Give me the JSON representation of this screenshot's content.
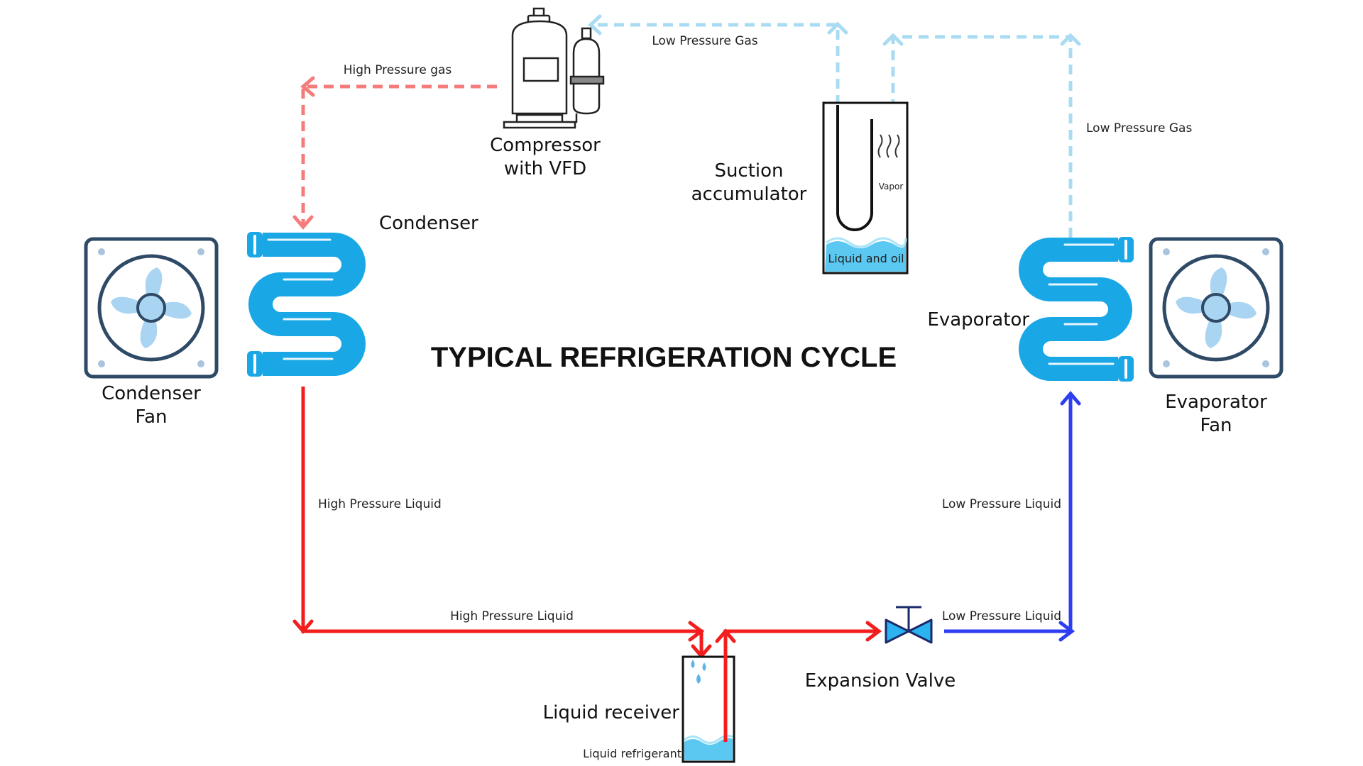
{
  "title": "TYPICAL REFRIGERATION CYCLE",
  "components": {
    "compressor": [
      "Compressor",
      "with VFD"
    ],
    "condenser": "Condenser",
    "condenser_fan": [
      "Condenser",
      "Fan"
    ],
    "suction_accumulator": [
      "Suction",
      "accumulator"
    ],
    "evaporator": "Evaporator",
    "evaporator_fan": [
      "Evaporator",
      "Fan"
    ],
    "liquid_receiver": "Liquid receiver",
    "expansion_valve": "Expansion Valve"
  },
  "inner_labels": {
    "vapor": "Vapor",
    "liquid_and_oil": "Liquid and oil",
    "liquid_refrigerant": "Liquid refrigerant"
  },
  "flows": {
    "high_pressure_gas": "High Pressure gas",
    "low_pressure_gas_top": "Low Pressure Gas",
    "low_pressure_gas_right": "Low Pressure Gas",
    "high_pressure_liquid_vertical": "High Pressure Liquid",
    "high_pressure_liquid_bottom": "High Pressure Liquid",
    "low_pressure_liquid_vertical": "Low Pressure Liquid",
    "low_pressure_liquid_bottom": "Low Pressure Liquid"
  },
  "colors": {
    "high_pressure_gas": "#f47c7c",
    "high_pressure_liquid": "#f21d1d",
    "low_pressure_gas": "#a9dcf2",
    "low_pressure_liquid": "#2d3df2",
    "coil": "#1aa7e6",
    "coil_dark": "#0f7fb5",
    "fan_frame": "#2f4a66",
    "fan_blade": "#a9d4f2"
  }
}
